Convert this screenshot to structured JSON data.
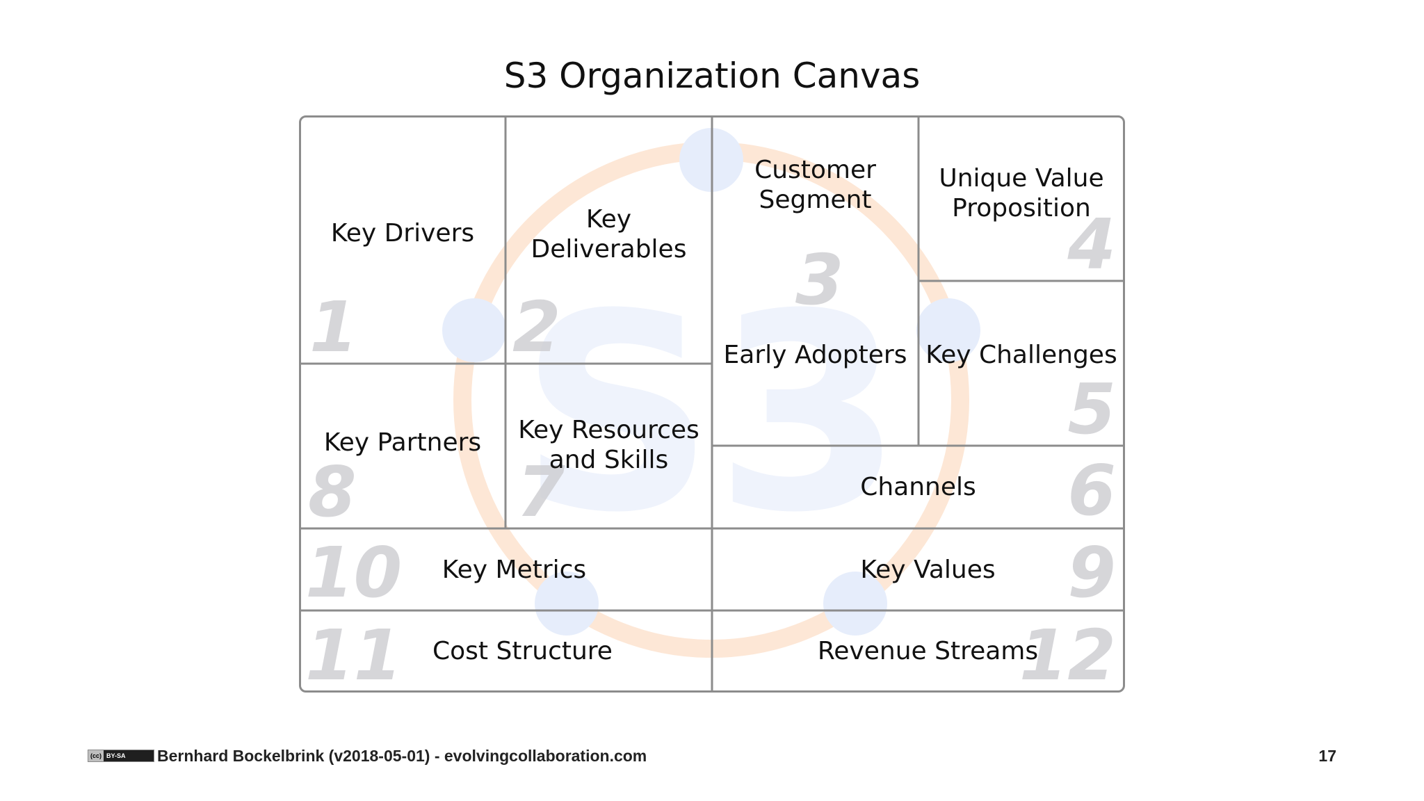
{
  "title": "S3 Organization Canvas",
  "background_logo": {
    "text": "S3",
    "ring_color": "#fde3cf",
    "dot_color": "#e3ebfb",
    "letter_color": "#eef3fc"
  },
  "cells": [
    {
      "id": "key-drivers",
      "label": "Key Drivers",
      "number": "1"
    },
    {
      "id": "key-deliverables",
      "label": "Key\nDeliverables",
      "number": "2"
    },
    {
      "id": "customer-segment",
      "label": "Customer\nSegment",
      "number": "3"
    },
    {
      "id": "early-adopters",
      "label": "Early Adopters",
      "number": ""
    },
    {
      "id": "unique-value-proposition",
      "label": "Unique Value\nProposition",
      "number": "4"
    },
    {
      "id": "key-challenges",
      "label": "Key Challenges",
      "number": "5"
    },
    {
      "id": "channels",
      "label": "Channels",
      "number": "6"
    },
    {
      "id": "key-resources-skills",
      "label": "Key Resources\nand Skills",
      "number": "7"
    },
    {
      "id": "key-partners",
      "label": "Key Partners",
      "number": "8"
    },
    {
      "id": "key-values",
      "label": "Key Values",
      "number": "9"
    },
    {
      "id": "key-metrics",
      "label": "Key Metrics",
      "number": "10"
    },
    {
      "id": "cost-structure",
      "label": "Cost Structure",
      "number": "11"
    },
    {
      "id": "revenue-streams",
      "label": "Revenue Streams",
      "number": "12"
    }
  ],
  "footer": {
    "license_left": "(cc)",
    "license_right": "BY-SA",
    "credit": "Bernhard Bockelbrink (v2018-05-01) - evolvingcollaboration.com",
    "page_number": "17"
  },
  "colors": {
    "grid_line": "#8c8c8c",
    "number": "#cfcfd3",
    "text": "#111111"
  }
}
